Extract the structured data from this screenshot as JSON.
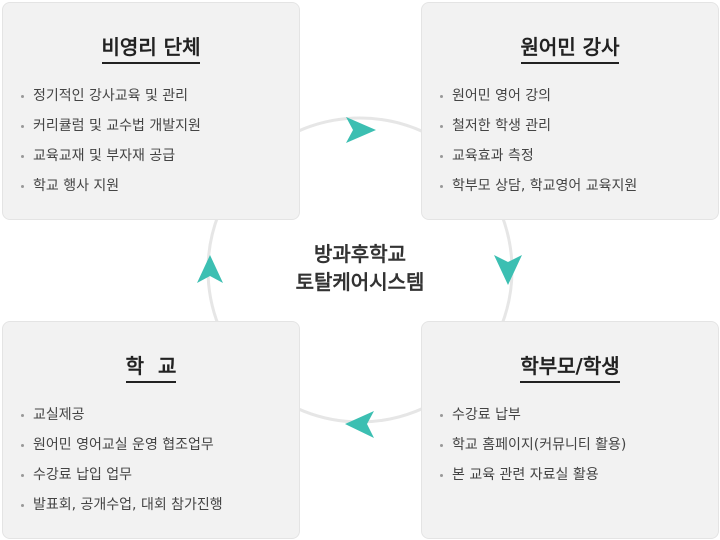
{
  "center": {
    "line1": "방과후학교",
    "line2": "토탈케어시스템"
  },
  "cards": {
    "top_left": {
      "title": "비영리 단체",
      "items": [
        "정기적인 강사교육 및 관리",
        "커리큘럼 및 교수법 개발지원",
        "교육교재 및 부자재 공급",
        "학교 행사 지원"
      ]
    },
    "top_right": {
      "title": "원어민 강사",
      "items": [
        "원어민 영어 강의",
        "철저한 학생 관리",
        "교육효과 측정",
        "학부모 상담, 학교영어 교육지원"
      ]
    },
    "bottom_left": {
      "title": "학  교",
      "items": [
        "교실제공",
        "원어민 영어교실 운영 협조업무",
        "수강료 납입 업무",
        "발표회, 공개수업, 대회 참가진행"
      ]
    },
    "bottom_right": {
      "title": "학부모/학생",
      "items": [
        "수강료 납부",
        "학교 홈페이지(커뮤니티 활용)",
        "본 교육 관련 자료실 활용"
      ]
    }
  },
  "colors": {
    "arrow": "#3cbfb2",
    "ring": "#e6e6e6",
    "card_bg": "#f2f2f2"
  }
}
